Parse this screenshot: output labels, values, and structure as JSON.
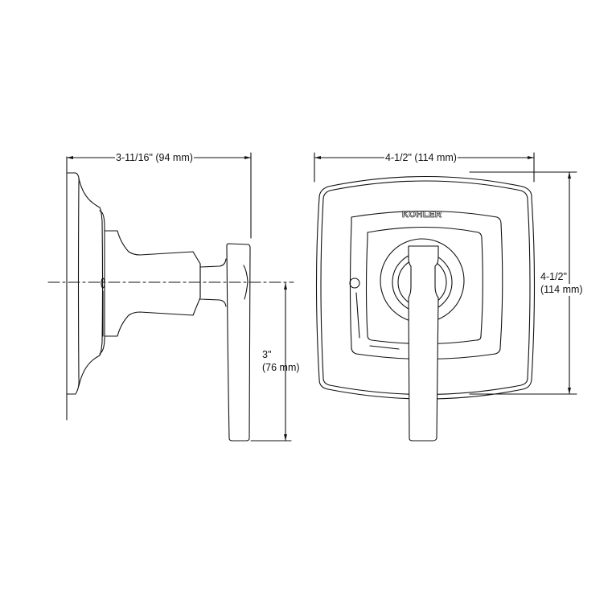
{
  "diagram": {
    "type": "product-dimension-drawing",
    "views": {
      "side": {
        "label": "side-view",
        "depth_dimension": "3-11/16\" (94 mm)",
        "handle_drop_dimension_line1": "3\"",
        "handle_drop_dimension_line2": "(76 mm)"
      },
      "front": {
        "label": "front-view",
        "width_dimension": "4-1/2\" (114 mm)",
        "height_dimension_line1": "4-1/2\"",
        "height_dimension_line2": "(114 mm)",
        "brand_mark": "KOHLER"
      }
    },
    "colors": {
      "line": "#111111",
      "background": "#ffffff"
    }
  }
}
